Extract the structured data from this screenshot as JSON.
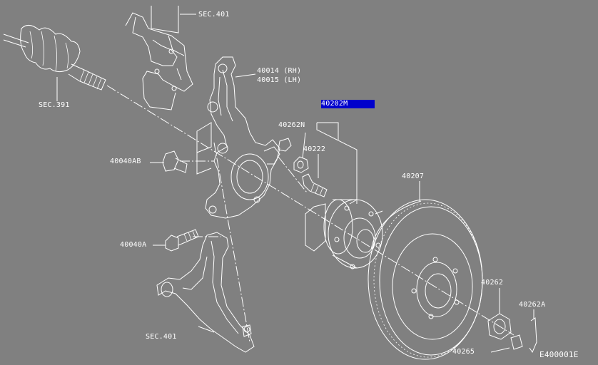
{
  "labels": {
    "sec_401_top": "SEC.401",
    "sec_391": "SEC.391",
    "knuckle_rh": "40014 (RH)",
    "knuckle_lh": "40015 (LH)",
    "hub_assembly": "40202M",
    "washer_40262n": "40262N",
    "bolt_40222": "40222",
    "bolt_40040ab": "40040AB",
    "rotor_40207": "40207",
    "bolt_40040a": "40040A",
    "nut_40262": "40262",
    "pin_40262a": "40262A",
    "sec_401_bottom": "SEC.401",
    "cap_40265": "40265",
    "figure_id": "E400001E"
  },
  "colors": {
    "background": "#808080",
    "line": "#ffffff",
    "highlight": "#0000cc"
  }
}
